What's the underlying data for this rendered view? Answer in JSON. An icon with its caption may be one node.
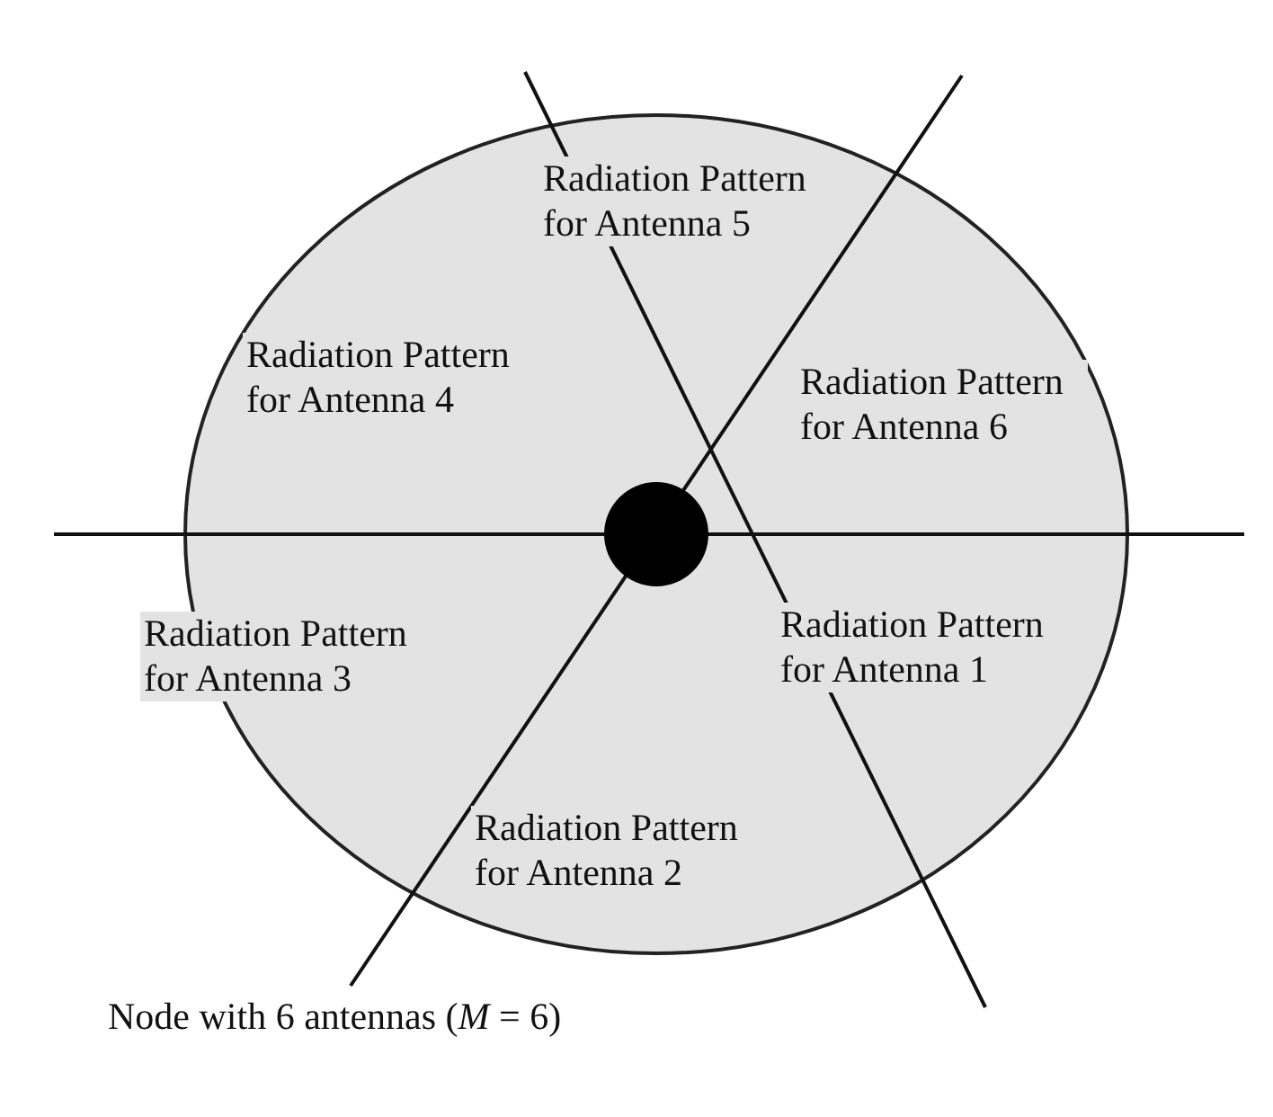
{
  "diagram": {
    "caption": "Node with 6 antennas (*M* = 6)",
    "labels": [
      "Radiation Pattern for Antenna 5",
      "Radiation Pattern for Antenna 4",
      "Radiation Pattern for Antenna 6",
      "Radiation Pattern for Antenna 3",
      "Radiation Pattern for Antenna 1",
      "Radiation Pattern for Antenna 2"
    ]
  }
}
